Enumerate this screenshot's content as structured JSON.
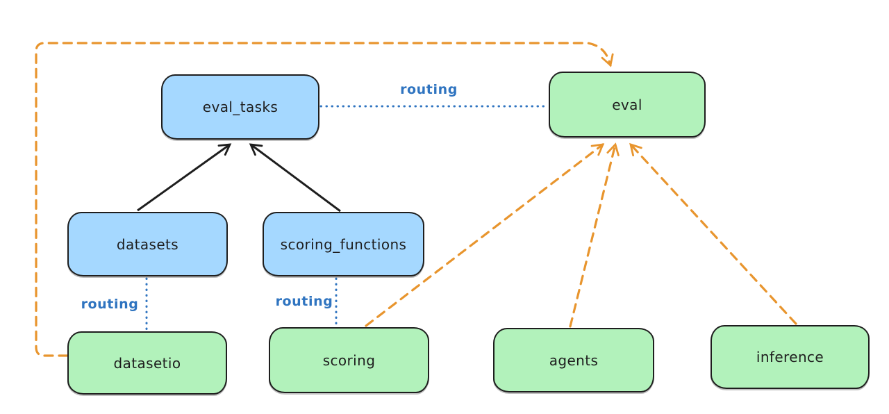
{
  "diagram": {
    "background": "#ffffff",
    "colors": {
      "node_stroke": "#1e1e1e",
      "blue_node_fill": "#a5d8ff",
      "green_node_fill": "#b2f2bb",
      "routing_line_blue": "#2f74c0",
      "provider_line_orange": "#e8952e",
      "dependency_line_black": "#1e1e1e",
      "node_text": "#1e1e1e"
    },
    "nodes": [
      {
        "id": "eval_tasks",
        "label": "eval_tasks",
        "fill": "blue"
      },
      {
        "id": "eval",
        "label": "eval",
        "fill": "green"
      },
      {
        "id": "datasets",
        "label": "datasets",
        "fill": "blue"
      },
      {
        "id": "scoring_functions",
        "label": "scoring_functions",
        "fill": "blue"
      },
      {
        "id": "datasetio",
        "label": "datasetio",
        "fill": "green"
      },
      {
        "id": "scoring",
        "label": "scoring",
        "fill": "green"
      },
      {
        "id": "agents",
        "label": "agents",
        "fill": "green"
      },
      {
        "id": "inference",
        "label": "inference",
        "fill": "green"
      }
    ],
    "edge_labels": [
      {
        "edge": "eval_tasks-eval",
        "text": "routing"
      },
      {
        "edge": "datasets-datasetio",
        "text": "routing"
      },
      {
        "edge": "scoring_functions-scoring",
        "text": "routing"
      }
    ],
    "edges": [
      {
        "from": "datasets",
        "to": "eval_tasks",
        "style": "solid-arrow",
        "color": "black"
      },
      {
        "from": "scoring_functions",
        "to": "eval_tasks",
        "style": "solid-arrow",
        "color": "black"
      },
      {
        "from": "eval_tasks",
        "to": "eval",
        "style": "dotted",
        "color": "blue",
        "label": "routing"
      },
      {
        "from": "datasets",
        "to": "datasetio",
        "style": "dotted",
        "color": "blue",
        "label": "routing"
      },
      {
        "from": "scoring_functions",
        "to": "scoring",
        "style": "dotted",
        "color": "blue",
        "label": "routing"
      },
      {
        "from": "datasetio",
        "to": "eval",
        "style": "dashed-arrow",
        "color": "orange"
      },
      {
        "from": "scoring",
        "to": "eval",
        "style": "dashed-arrow",
        "color": "orange"
      },
      {
        "from": "agents",
        "to": "eval",
        "style": "dashed-arrow",
        "color": "orange"
      },
      {
        "from": "inference",
        "to": "eval",
        "style": "dashed-arrow",
        "color": "orange"
      }
    ]
  }
}
